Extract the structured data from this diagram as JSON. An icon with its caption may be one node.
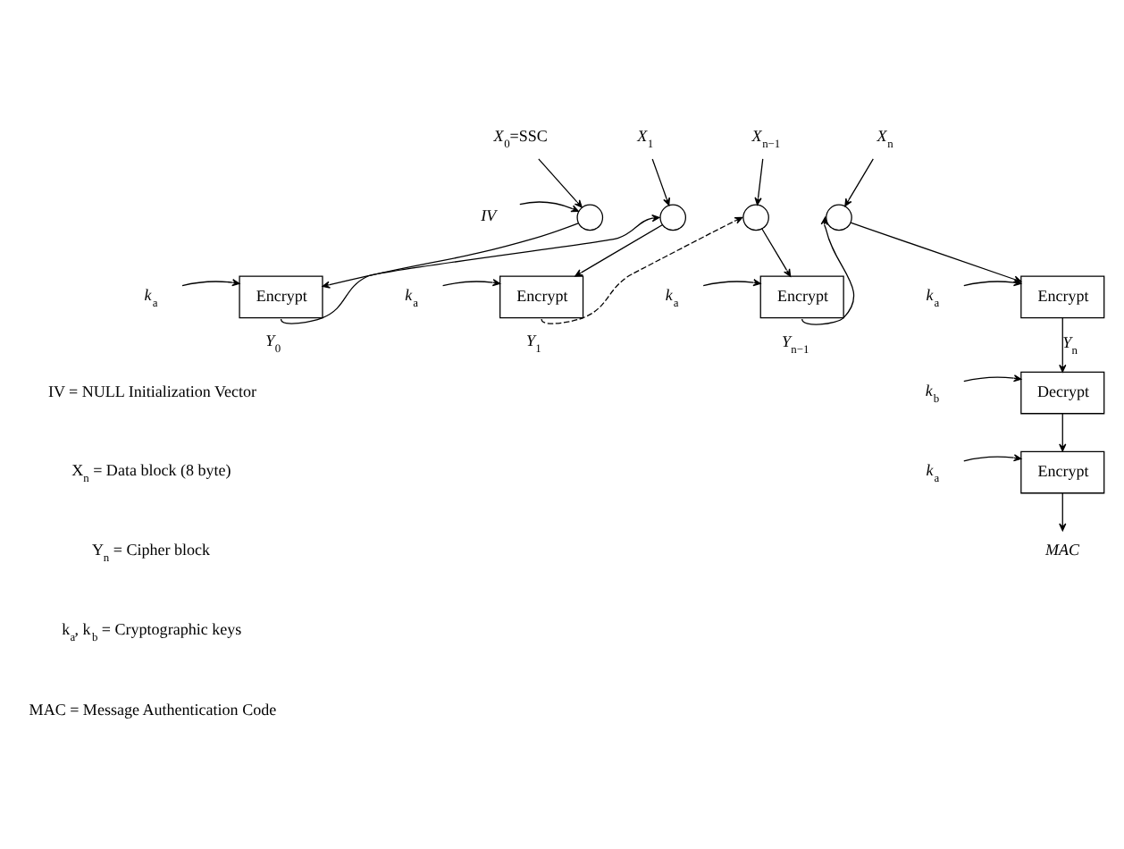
{
  "diagram": {
    "nodes": [
      {
        "text": [
          "*X*$_{0}$=SSC"
        ]
      },
      {
        "text": [
          "*IV*"
        ]
      },
      {
        "text": [],
        "shape": "circle"
      },
      {
        "text": [
          "*k*$_{a}$"
        ]
      },
      {
        "text": [
          "Encrypt"
        ]
      },
      {
        "text": [
          "*X*$_{1}$"
        ]
      },
      {
        "text": [],
        "shape": "circle"
      },
      {
        "text": [
          "*k*$_{a}$"
        ]
      },
      {
        "text": [
          "Encrypt"
        ]
      },
      {
        "text": [
          "*X*$_{n−1}$"
        ]
      },
      {
        "text": [],
        "shape": "circle"
      },
      {
        "text": [
          "*k*$_{a}$"
        ]
      },
      {
        "text": [
          "Encrypt"
        ]
      },
      {
        "text": [
          "*X*$_{n}$"
        ]
      },
      {
        "text": [],
        "shape": "circle"
      },
      {
        "text": [
          "*k*$_{a}$"
        ]
      },
      {
        "text": [
          "Encrypt"
        ]
      },
      {
        "text": [
          "*k*$_{b}$"
        ]
      },
      {
        "text": [
          "Decrypt"
        ]
      },
      {
        "text": [
          "*k*$_{a}$"
        ]
      },
      {
        "text": [
          "Encrypt"
        ]
      },
      {
        "text": [
          "*MAC*"
        ]
      }
    ],
    "edges": [
      {
        "from": 0,
        "to": 2,
        "arrow": "to"
      },
      {
        "from": 1,
        "to": 2,
        "arrow": "to"
      },
      {
        "from": 2,
        "to": 4,
        "arrow": "to"
      },
      {
        "from": 3,
        "to": 4,
        "arrow": "to"
      },
      {
        "from": 4,
        "to": 6,
        "arrow": "to",
        "label": "*Y*$_{0}$"
      },
      {
        "from": 5,
        "to": 6,
        "arrow": "to"
      },
      {
        "from": 6,
        "to": 8,
        "arrow": "to"
      },
      {
        "from": 7,
        "to": 8,
        "arrow": "to"
      },
      {
        "from": 8,
        "to": 10,
        "arrow": "to",
        "label": "*Y*$_{1}$",
        "style": "dashed"
      },
      {
        "from": 9,
        "to": 10,
        "arrow": "to"
      },
      {
        "from": 10,
        "to": 12,
        "arrow": "to"
      },
      {
        "from": 11,
        "to": 12,
        "arrow": "to"
      },
      {
        "from": 12,
        "to": 14,
        "arrow": "to",
        "label": "*Y*$_{n−1}$"
      },
      {
        "from": 13,
        "to": 14,
        "arrow": "to"
      },
      {
        "from": 14,
        "to": 16,
        "arrow": "to"
      },
      {
        "from": 15,
        "to": 16,
        "arrow": "to"
      },
      {
        "from": 16,
        "to": 18,
        "arrow": "to",
        "label": "*Y*$_{n}$"
      },
      {
        "from": 17,
        "to": 18,
        "arrow": "to"
      },
      {
        "from": 18,
        "to": 20,
        "arrow": "to"
      },
      {
        "from": 19,
        "to": 20,
        "arrow": "to"
      },
      {
        "from": 20,
        "to": 21,
        "arrow": "to"
      }
    ],
    "labels": [
      "IV = NULL Initialization Vector",
      "X$_{n}$ = Data block (8 byte)",
      "Y$_{n}$ = Cipher block",
      "k$_{a}$, k$_{b}$ = Cryptographic keys",
      "MAC = Message Authentication Code"
    ]
  }
}
